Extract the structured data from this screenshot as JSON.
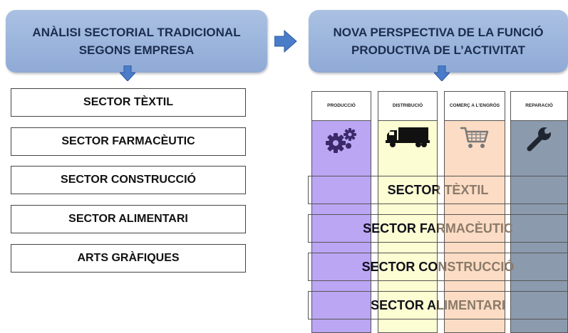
{
  "left_header": {
    "line1": "ANÀLISI SECTORIAL TRADICIONAL",
    "line2": "SEGONS EMPRESA"
  },
  "right_header": {
    "line1": "NOVA PERSPECTIVA DE LA FUNCIÓ",
    "line2": "PRODUCTIVA DE L’ACTIVITAT"
  },
  "sectors": [
    "SECTOR TÈXTIL",
    "SECTOR FARMACÈUTIC",
    "SECTOR CONSTRUCCIÓ",
    "SECTOR ALIMENTARI",
    "ARTS GRÀFIQUES"
  ],
  "functions": [
    {
      "label": "PRODUCCIÓ",
      "icon": "gears-icon",
      "color": "#bba6f4"
    },
    {
      "label": "DISTRIBUCIÓ",
      "icon": "truck-icon",
      "color": "#fcfdd2"
    },
    {
      "label": "COMERÇ A L’ENGRÒS",
      "icon": "shopping-cart-icon",
      "color": "#fcdcc4"
    },
    {
      "label": "REPARACIÓ",
      "icon": "wrench-icon",
      "color": "#8c9aae"
    }
  ],
  "matrix_rows": [
    "SECTOR TÈXTIL",
    "SECTOR FARMACÈUTIC",
    "SECTOR CONSTRUCCIÓ",
    "SECTOR ALIMENTARI"
  ],
  "colors": {
    "header_fill": "#9db6de",
    "header_text": "#1c2d4f",
    "arrow": "#4a7cc9"
  }
}
